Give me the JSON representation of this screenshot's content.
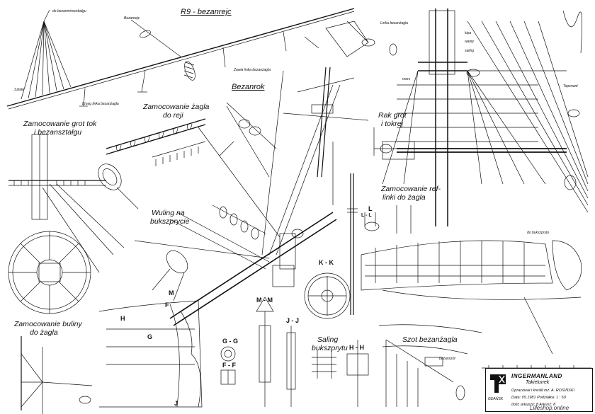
{
  "sections": {
    "r9": "R9 - bezanrejc",
    "bezanrok": "Bezanrok",
    "zagla_reji_1": "Zamocowanie żagla",
    "zagla_reji_2": "do reji",
    "grot_1": "Zamocowanie grot tok",
    "grot_2": "i bezanształgu",
    "wuling_1": "Wuling na",
    "wuling_2": "bukszprycie",
    "rak_1": "Rak grot",
    "rak_2": "i tokrej",
    "ref_1": "Zamocowanie ref-",
    "ref_2": "linki do żagla",
    "buliny_1": "Zamocowanie buliny",
    "buliny_2": "do żagla",
    "saling_1": "Saling",
    "saling_2": "bukszprytu",
    "szot": "Szot bezanżagla"
  },
  "section_marks": {
    "l": "L",
    "ll": "L - L",
    "kk": "K - K",
    "mm": "M - M",
    "jj": "J - J",
    "hh": "H - H",
    "gg": "G - G",
    "ff": "F - F",
    "m": "M",
    "f": "F",
    "h": "H",
    "g": "G",
    "j": "J"
  },
  "small_labels": {
    "bezanmirsenbalg": "do bezanmirsenbalgu",
    "bezanrejc_note": "Bezanrejc",
    "linka_bezanzagla": "Linka bezanżagla",
    "sztaki": "Sztaki",
    "zawia_linka": "Zawia linka bezanżagla",
    "brzeg_linka": "Brzeg linka bezanżagla",
    "topenant": "Topenant",
    "kipa": "kipa",
    "wanty": "wanty",
    "saling": "saling",
    "mars": "mars",
    "bukszpryt_label": "do bukszprytu",
    "bezanszot": "bezanszot"
  },
  "title_block": {
    "ship": "INGERMANLAND",
    "subtitle": "Takielunek",
    "author_line": "Opracował i kreślił  inż. A. ROSIŃSKI",
    "date_line": "Data:  05.1981      Podziałka:  1 : 50",
    "sheets_line": "Ilość arkuszy:  8      Arkusz:  8",
    "city": "GDAŃSK"
  },
  "watermark": "Lilleshop.online"
}
